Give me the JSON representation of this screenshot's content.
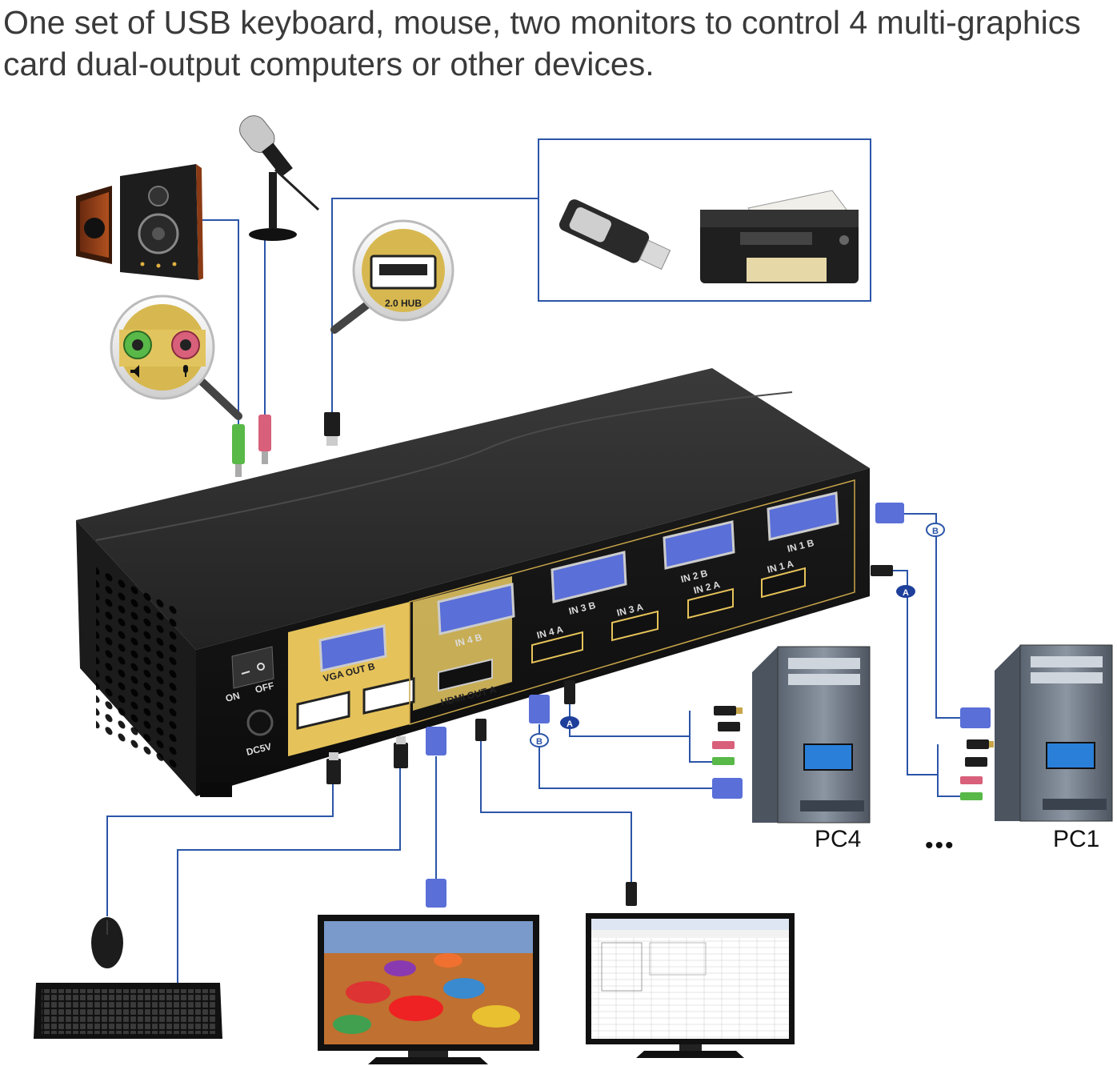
{
  "headline": {
    "line1": "One set of USB keyboard, mouse, two monitors to control 4 multi-graphics",
    "line2": "card dual-output computers or other devices."
  },
  "magnifier_audio": {
    "speaker_icon": "speaker-icon",
    "mic_icon": "microphone-icon"
  },
  "magnifier_usb": {
    "label": "2.0 HUB"
  },
  "kvm": {
    "vga_out": "VGA OUT B",
    "hdmi_out": "HDMI OUT A",
    "power_on": "ON",
    "power_off": "OFF",
    "dc": "DC5V",
    "in4b": "IN 4 B",
    "in4a": "IN 4 A",
    "in3b": "IN 3 B",
    "in3a": "IN 3 A",
    "in2b": "IN 2 B",
    "in2a": "IN 2 A",
    "in1b": "IN 1 B",
    "in1a": "IN 1 A"
  },
  "cable_badges": {
    "a": "A",
    "b": "B"
  },
  "pcs": {
    "pc4": "PC4",
    "pc1": "PC1",
    "ellipsis": "•••"
  },
  "colors": {
    "cable_line": "#2b55a8",
    "vga_blue": "#5a6fd8",
    "gold_panel": "#e6c35a",
    "audio_green": "#58b848",
    "audio_pink": "#d8607a",
    "box_body": "#1d1d1d"
  }
}
